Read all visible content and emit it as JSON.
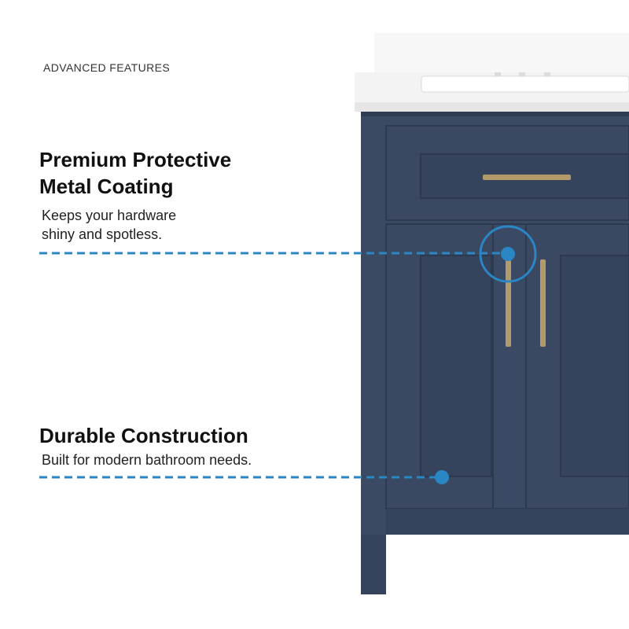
{
  "section_label": "ADVANCED FEATURES",
  "features": [
    {
      "title_line1": "Premium Protective",
      "title_line2": "Metal Coating",
      "desc_line1": "Keeps your hardware",
      "desc_line2": "shiny and spotless."
    },
    {
      "title_line1": "Durable Construction",
      "desc_line1": "Built for modern bathroom needs."
    }
  ],
  "colors": {
    "cabinet": "#3b4a63",
    "cabinet_dark": "#2f3c52",
    "countertop": "#f4f4f4",
    "hardware_brass": "#b39a6a",
    "callout_blue": "#2b86c5"
  },
  "icons": {
    "callout_marker": "callout-dot-icon"
  }
}
